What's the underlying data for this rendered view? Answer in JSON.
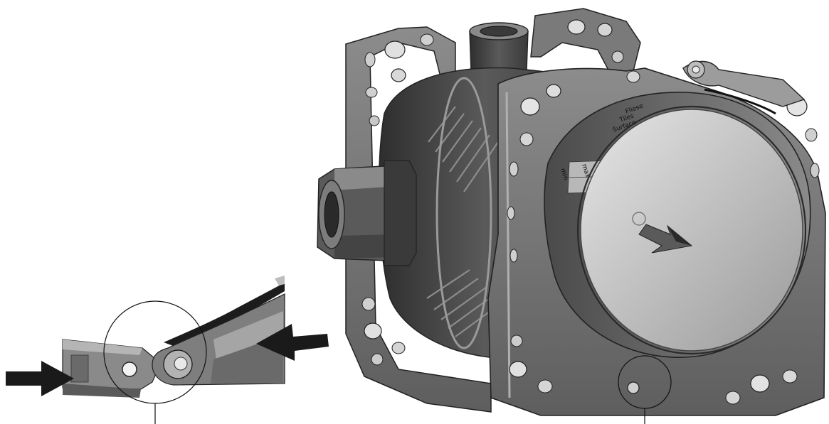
{
  "illustration": {
    "body_labels": {
      "depth_min": "min",
      "depth_max": "max",
      "cover_text_1": "Fliese",
      "cover_text_2": "Tiles",
      "cover_text_3": "Surface"
    },
    "colors": {
      "metal_dark": "#3b3b3b",
      "metal_mid": "#6e6e6e",
      "metal_light": "#a9a9a9",
      "highlight": "#d4d4d4",
      "arrow": "#1a1a1a",
      "outline": "#000000"
    }
  }
}
